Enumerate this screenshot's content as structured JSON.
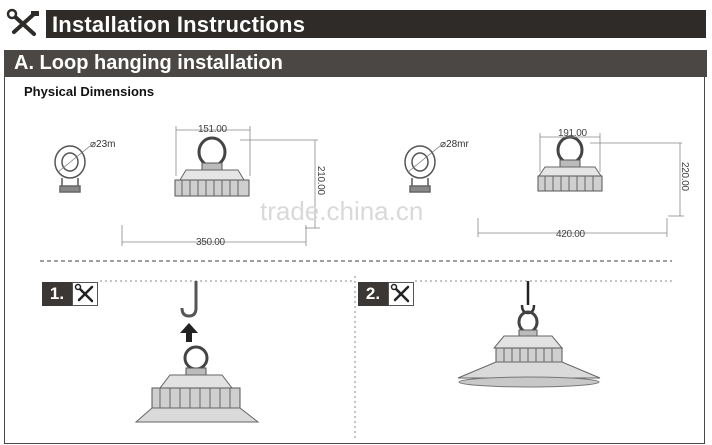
{
  "header": {
    "title": "Installation Instructions",
    "icon": "tools-icon"
  },
  "section": {
    "title": "A. Loop hanging installation"
  },
  "subheading": "Physical Dimensions",
  "left_fixture": {
    "eye_diameter": "⌀23m",
    "top_width": "151.00",
    "height": "210.00",
    "bottom_width": "350.00"
  },
  "right_fixture": {
    "eye_diameter": "⌀28mr",
    "top_width": "191.00",
    "height": "220.00",
    "bottom_width": "420.00"
  },
  "watermark": "trade.china.cn",
  "steps": [
    {
      "number": "1.",
      "icon": "tools-icon"
    },
    {
      "number": "2.",
      "icon": "tools-icon"
    }
  ]
}
